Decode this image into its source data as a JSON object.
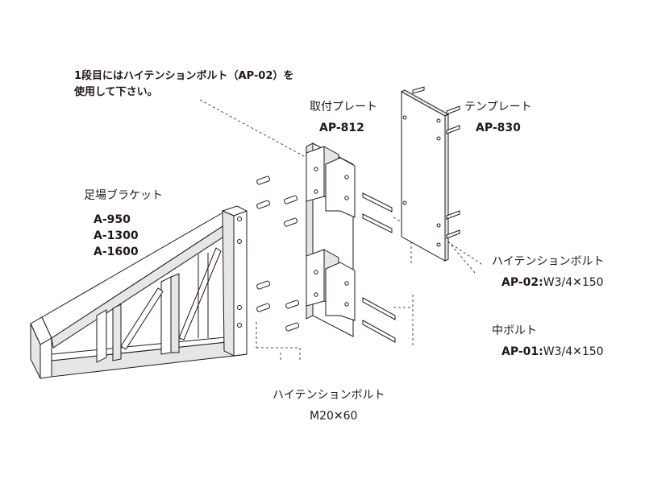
{
  "note": {
    "line1": "1段目にはハイテンションボルト（AP-02）を",
    "line2": "使用して下さい。"
  },
  "mount_plate": {
    "name": "取付プレート",
    "code": "AP-812"
  },
  "template_plate": {
    "name": "テンプレート",
    "code": "AP-830"
  },
  "foot_bracket": {
    "name": "足場ブラケット",
    "codes": [
      "A-950",
      "A-1300",
      "A-1600"
    ]
  },
  "ht_bolt_long": {
    "name": "ハイテンションボルト",
    "code": "AP-02",
    "spec": "W3/4✕150"
  },
  "middle_bolt": {
    "name": "中ボルト",
    "code": "AP-01",
    "spec": "W3/4✕150"
  },
  "ht_bolt_short": {
    "name": "ハイテンションボルト",
    "spec": "M20✕60"
  },
  "colors": {
    "line": "#231815",
    "fill": "#ffffff",
    "shade": "#e6e6e6",
    "dark": "#bdbdbd"
  }
}
